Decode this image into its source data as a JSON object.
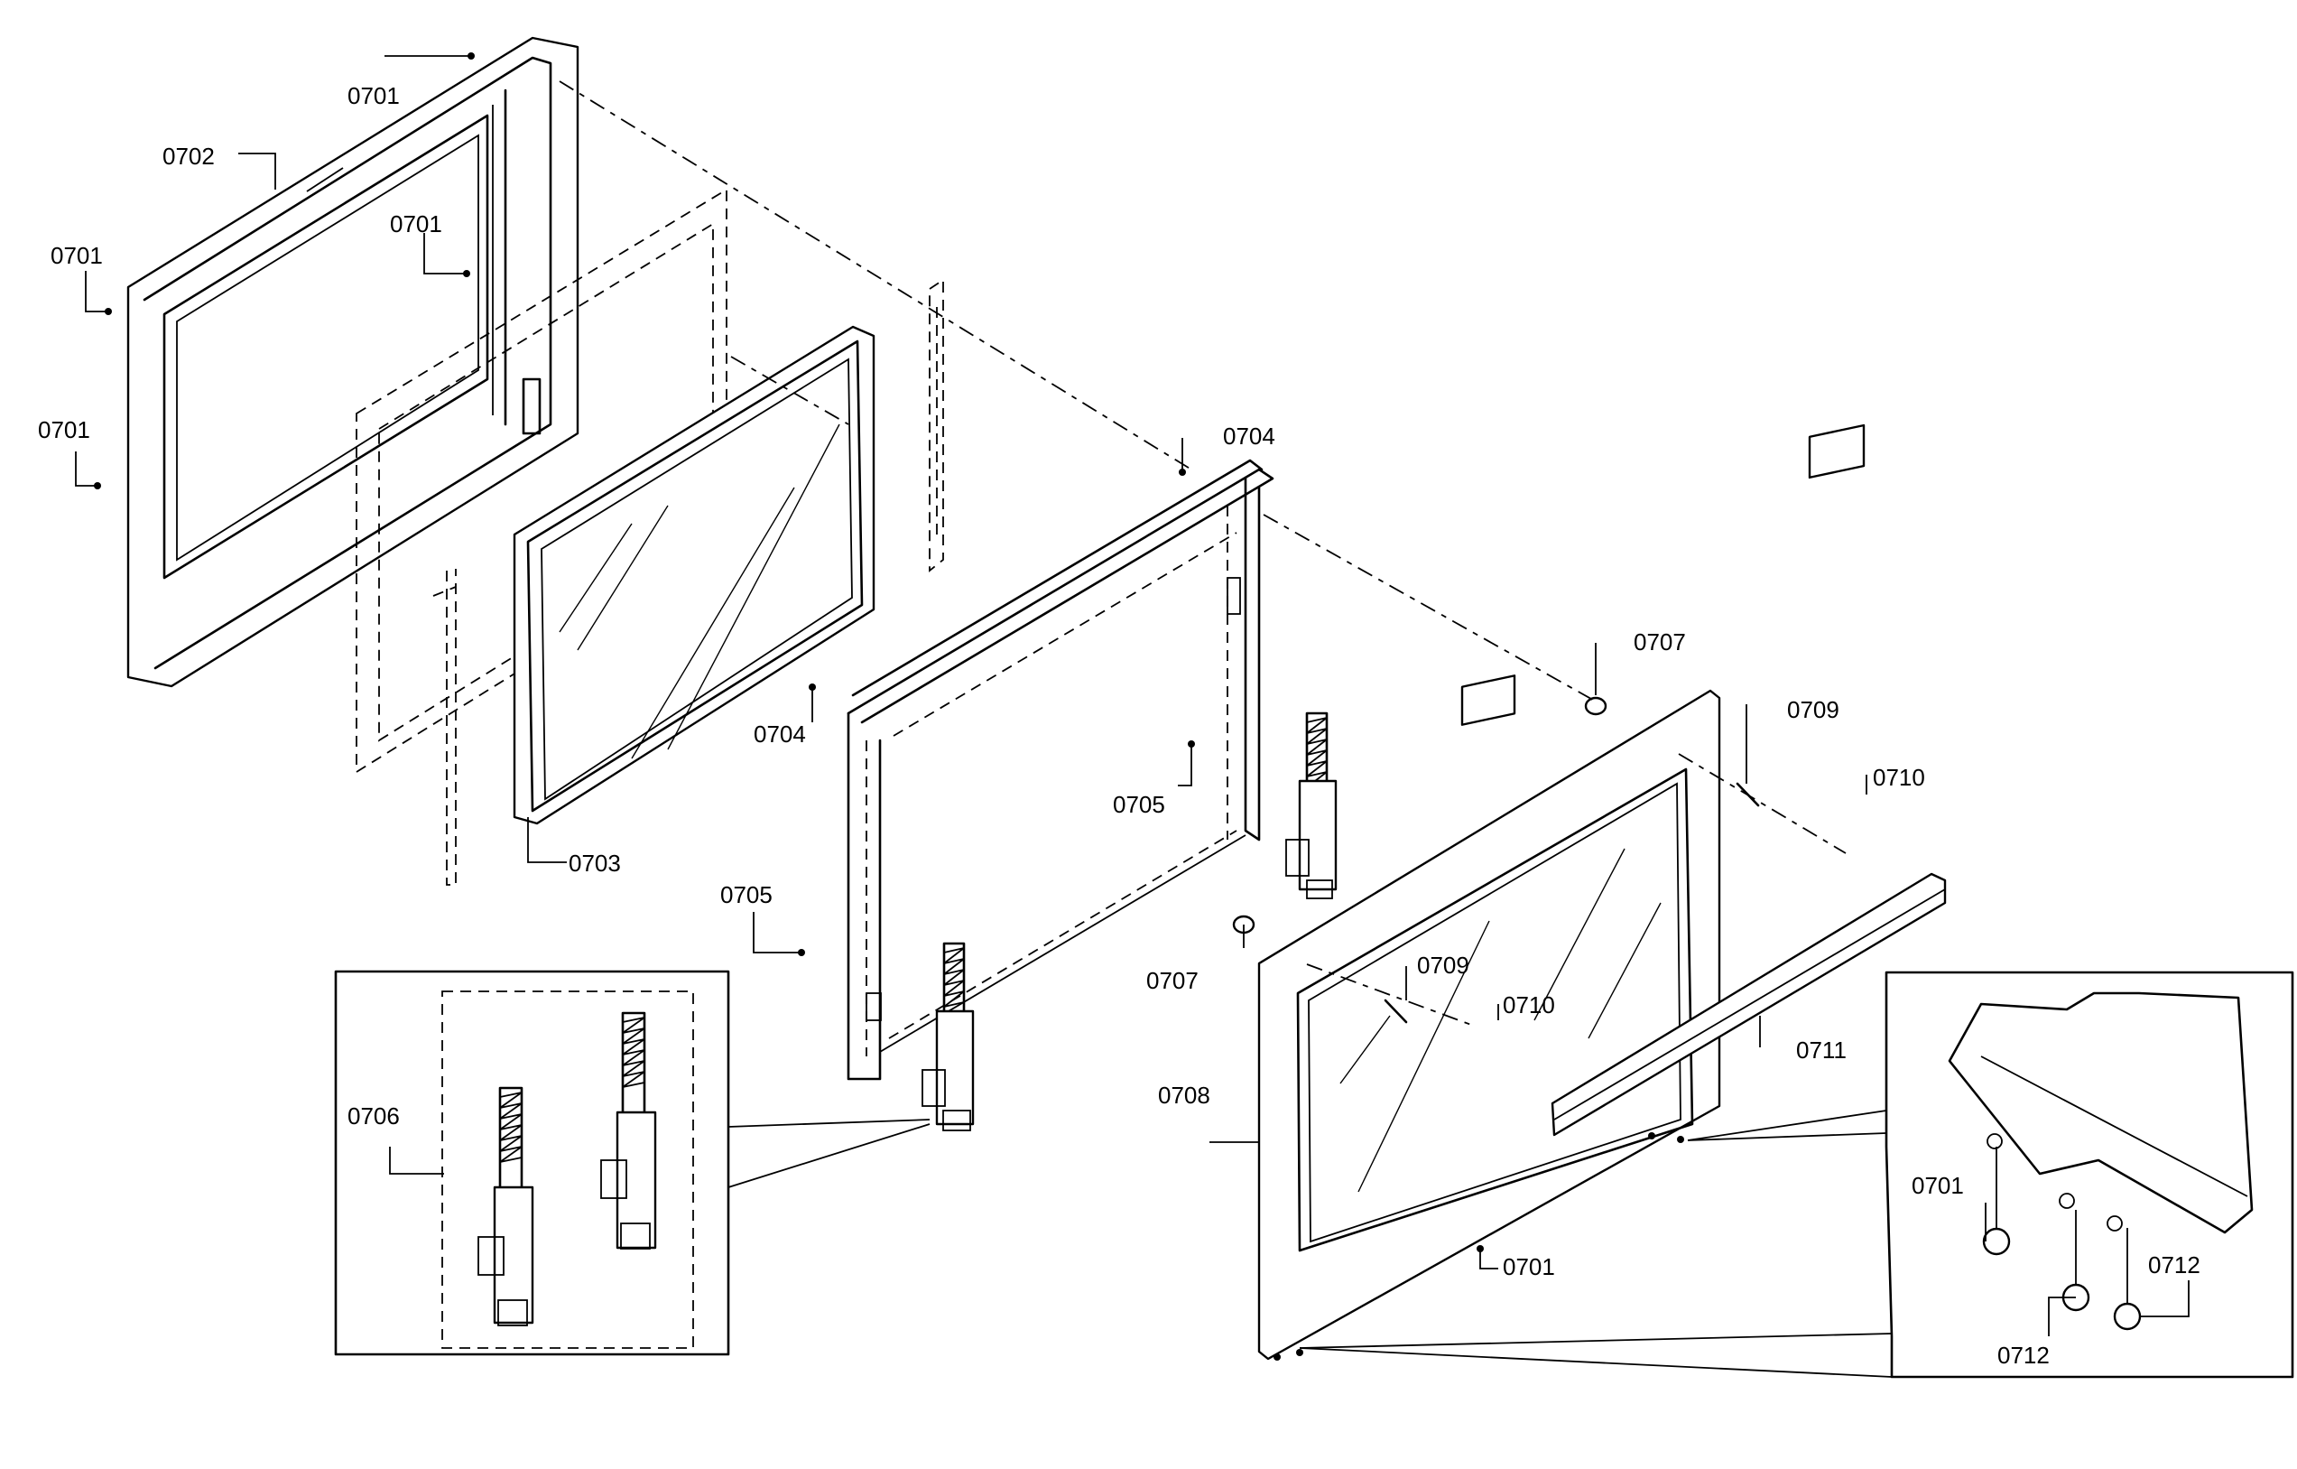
{
  "callouts": [
    {
      "id": "c1",
      "text": "0701"
    },
    {
      "id": "c2",
      "text": "0702"
    },
    {
      "id": "c3",
      "text": "0701"
    },
    {
      "id": "c4",
      "text": "0701"
    },
    {
      "id": "c5",
      "text": "0701"
    },
    {
      "id": "c6",
      "text": "0703"
    },
    {
      "id": "c7",
      "text": "0704"
    },
    {
      "id": "c8",
      "text": "0704"
    },
    {
      "id": "c9",
      "text": "0705"
    },
    {
      "id": "c10",
      "text": "0705"
    },
    {
      "id": "c11",
      "text": "0706"
    },
    {
      "id": "c12",
      "text": "0707"
    },
    {
      "id": "c13",
      "text": "0707"
    },
    {
      "id": "c14",
      "text": "0709"
    },
    {
      "id": "c15",
      "text": "0710"
    },
    {
      "id": "c16",
      "text": "0709"
    },
    {
      "id": "c17",
      "text": "0710"
    },
    {
      "id": "c18",
      "text": "0711"
    },
    {
      "id": "c19",
      "text": "0708"
    },
    {
      "id": "c20",
      "text": "0701"
    },
    {
      "id": "c21",
      "text": "0701"
    },
    {
      "id": "c22",
      "text": "0712"
    },
    {
      "id": "c23",
      "text": "0712"
    }
  ]
}
